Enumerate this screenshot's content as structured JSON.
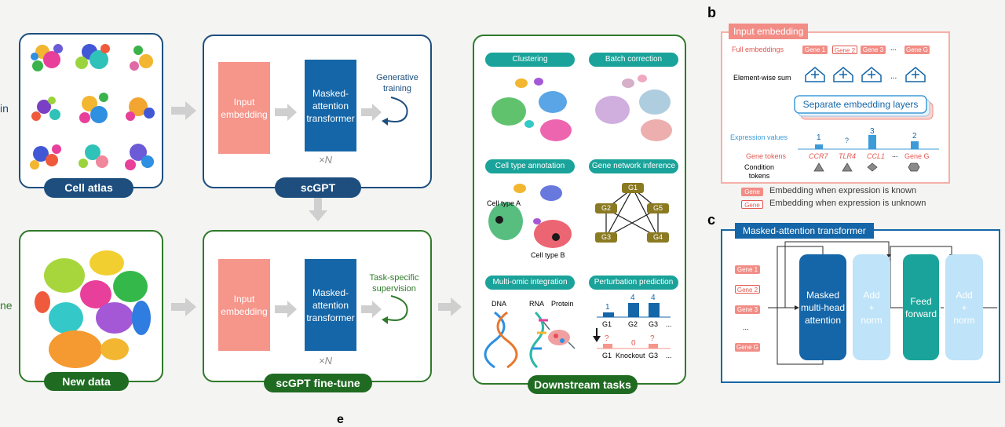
{
  "panel_letters": {
    "b": "b",
    "c": "c",
    "e": "e"
  },
  "edge_labels": {
    "pretrain_fragment": "in",
    "finetune_fragment": "ne"
  },
  "pretrain": {
    "cell_atlas_label": "Cell atlas",
    "model_title": "scGPT",
    "input_embedding": "Input\nembedding",
    "transformer": "Masked-\nattention\ntransformer",
    "repeat": "×N",
    "objective": "Generative\ntraining"
  },
  "finetune": {
    "new_data_label": "New data",
    "model_title": "scGPT fine-tune",
    "input_embedding": "Input\nembedding",
    "transformer": "Masked-\nattention\ntransformer",
    "repeat": "×N",
    "objective": "Task-specific\nsupervision"
  },
  "downstream": {
    "title": "Downstream tasks",
    "tasks": [
      "Clustering",
      "Batch correction",
      "Cell type annotation",
      "Gene network inference",
      "Multi-omic integration",
      "Perturbation prediction"
    ],
    "cell_type_a": "Cell type A",
    "cell_type_b": "Cell type B",
    "gene_nodes": [
      "G1",
      "G2",
      "G5",
      "G3",
      "G4"
    ],
    "omics": [
      "DNA",
      "RNA",
      "Protein"
    ],
    "perturb_top_values": [
      "1",
      "4",
      "4"
    ],
    "perturb_top_labels": [
      "G1",
      "G2",
      "G3",
      "..."
    ],
    "perturb_bottom_values": [
      "?",
      "0",
      "?"
    ],
    "perturb_bottom_labels": [
      "G1",
      "Knockout",
      "G3",
      "..."
    ]
  },
  "input_embedding_panel": {
    "title": "Input embedding",
    "full_embeddings_label": "Full embeddings",
    "gene_boxes": [
      "Gene 1",
      "Gene 2",
      "Gene 3",
      "...",
      "Gene G"
    ],
    "elementwise_label": "Element-wise sum",
    "ellipsis": "...",
    "separate_layers": "Separate embedding layers",
    "expression_label": "Expression values",
    "expression_values": [
      "1",
      "?",
      "3",
      "2"
    ],
    "gene_tokens_label": "Gene tokens",
    "gene_tokens": [
      "CCR7",
      "TLR4",
      "CCL1",
      "...",
      "Gene G"
    ],
    "condition_label": "Condition\ntokens",
    "legend_known_box": "Gene",
    "legend_known": "Embedding when expression is known",
    "legend_unknown_box": "Gene",
    "legend_unknown": "Embedding when expression is unknown"
  },
  "transformer_panel": {
    "title": "Masked-attention transformer",
    "genes": [
      "Gene 1",
      "Gene 2",
      "Gene 3",
      "...",
      "Gene G"
    ],
    "mhsa": "Masked\nmulti-head\nattention",
    "add_norm_1": "Add\n+\nnorm",
    "ffn": "Feed\nforward",
    "add_norm_2": "Add\n+\nnorm"
  },
  "colors": {
    "pretrain_blue": "#1d4e7e",
    "finetune_green": "#2f7a2a",
    "teal": "#1aa39a",
    "salmon": "#f6958a",
    "model_blue": "#1566a8",
    "light_blue": "#bfe3f8",
    "panel_red": "#f28d86",
    "gene_red": "#e2584f",
    "expr_blue": "#3d9bd8"
  }
}
